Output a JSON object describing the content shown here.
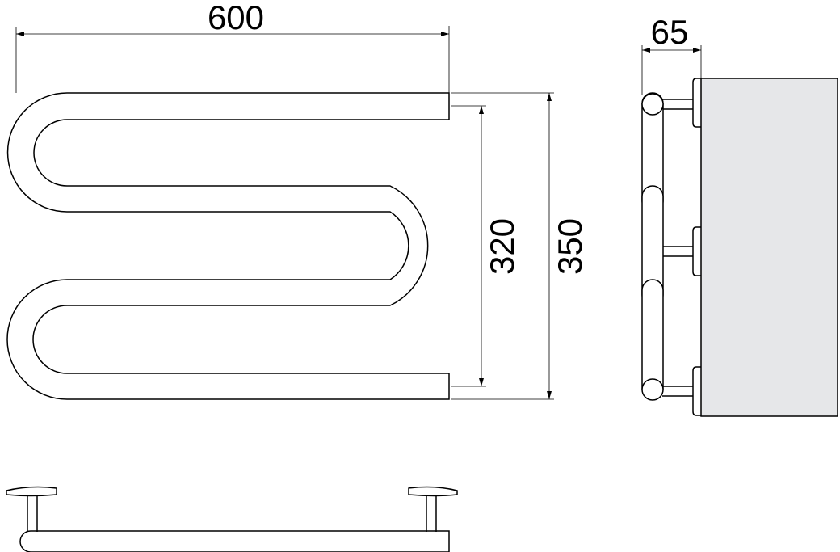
{
  "dimensions": {
    "width": "600",
    "depth": "65",
    "inner_height": "320",
    "outer_height": "350"
  },
  "colors": {
    "line": "#000000",
    "wall": "#e6e7e9",
    "background": "#ffffff"
  },
  "views": [
    "front-view",
    "side-view",
    "top-view"
  ]
}
